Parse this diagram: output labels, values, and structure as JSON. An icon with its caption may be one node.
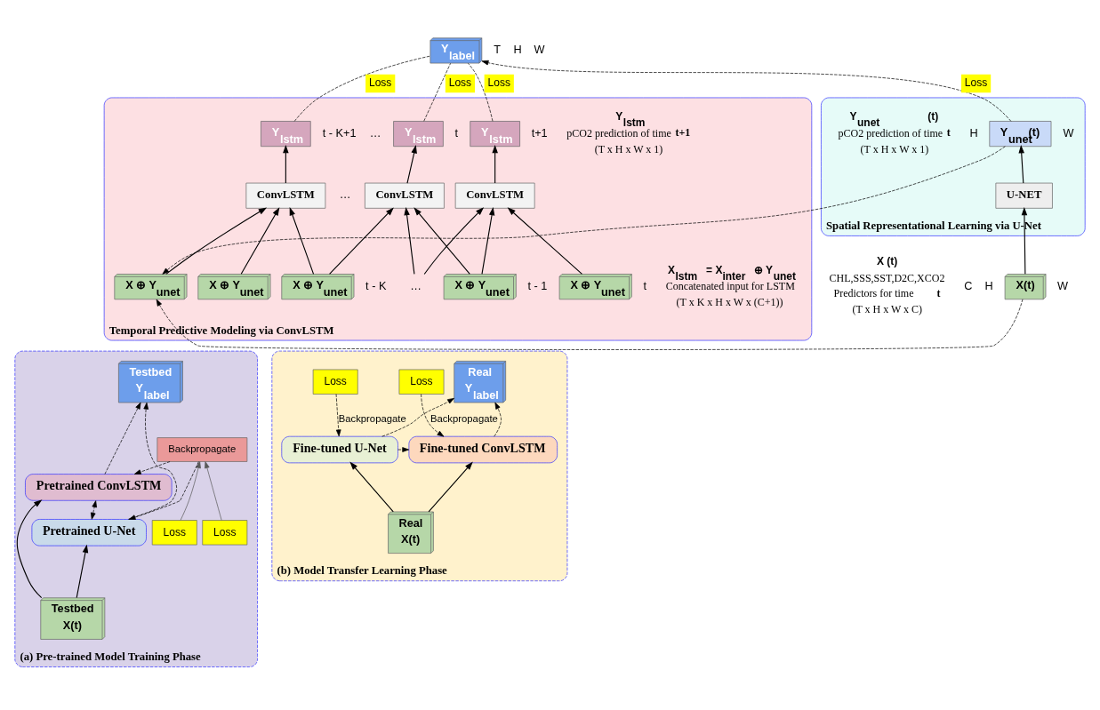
{
  "diagram": {
    "nodes": [
      {
        "text": [
          "Spatial Representational Learning via U-Net"
        ]
      },
      {
        "text": [
          "Y$_{unet}$(t)"
        ],
        "in": 0,
        "beside": [
          "Y$_{unet}$ (t)",
          "pCO2 prediction of time **t**",
          "(T x H x W x 1)"
        ]
      },
      {
        "text": [
          "U-NET"
        ],
        "in": 0
      },
      {
        "text": [
          "X(t)"
        ],
        "beside": [
          "X (t)",
          "CHL,SSS,SST,D2C,XCO2",
          "Predictors for time **t**",
          "(T x H x W x C)"
        ]
      },
      {
        "text": [
          "Temporal Predictive Modeling via ConvLSTM"
        ]
      },
      {
        "text": [
          "Y$_{lstm}$"
        ],
        "in": 4
      },
      {
        "text": [
          "Y$_{lstm}$"
        ],
        "in": 4
      },
      {
        "text": [
          "Y$_{lstm}$"
        ],
        "in": 4,
        "beside": [
          "Y$_{lstm}$",
          "pCO2 prediction of time **t+1**",
          "(T x H x W x 1)"
        ]
      },
      {
        "text": [
          "ConvLSTM"
        ],
        "in": 4
      },
      {
        "text": [
          "ConvLSTM"
        ],
        "in": 4
      },
      {
        "text": [
          "ConvLSTM"
        ],
        "in": 4
      },
      {
        "text": [
          "X ⊕ Y$_{unet}$"
        ],
        "in": 4
      },
      {
        "text": [
          "X ⊕ Y$_{unet}$"
        ],
        "in": 4
      },
      {
        "text": [
          "X ⊕ Y$_{unet}$"
        ],
        "in": 4
      },
      {
        "text": [
          "X ⊕ Y$_{unet}$"
        ],
        "in": 4
      },
      {
        "text": [
          "X ⊕ Y$_{unet}$"
        ],
        "in": 4,
        "beside": [
          "X$_{lstm}$ = X$_{inter}$ ⊕ Y$_{unet}$",
          "Concatenated input for LSTM",
          "(T x K x H x W x (C+1))"
        ]
      },
      {
        "text": [
          "Y$_{label}$"
        ]
      },
      {
        "text": [
          "(a) Pre-trained Model Training Phase"
        ]
      },
      {
        "text": [
          "Testbed",
          "Y$_{label}$"
        ],
        "in": 17
      },
      {
        "text": [
          "Loss"
        ],
        "in": 17
      },
      {
        "text": [
          "Loss"
        ],
        "in": 17
      },
      {
        "text": [
          "Backpropagate"
        ],
        "in": 17
      },
      {
        "text": [
          "Pretrained U-Net"
        ],
        "in": 17
      },
      {
        "text": [
          "Pretrained ConvLSTM"
        ],
        "in": 17
      },
      {
        "text": [
          "Testbed",
          "X(t)"
        ],
        "in": 17
      },
      {
        "text": [
          "(b) Model Transfer Learning Phase"
        ]
      },
      {
        "text": [
          "Real",
          "Y$_{label}$"
        ],
        "in": 25
      },
      {
        "text": [
          "Loss"
        ],
        "in": 25
      },
      {
        "text": [
          "Loss"
        ],
        "in": 25
      },
      {
        "text": [
          "Fine-tuned U-Net"
        ],
        "in": 25
      },
      {
        "text": [
          "Fine-tuned ConvLSTM"
        ],
        "in": 25
      },
      {
        "text": [
          "Real",
          "X(t)"
        ],
        "in": 25
      },
      {
        "text": [
          "…"
        ],
        "in": 4
      }
    ],
    "edges": [
      {
        "from": 3,
        "to": 2,
        "arrow": "to"
      },
      {
        "from": 2,
        "to": 1,
        "arrow": "to"
      },
      {
        "from": 1,
        "to": 16,
        "arrow": "to",
        "style": "dashed",
        "label": "Loss"
      },
      {
        "from": 3,
        "to": 11,
        "arrow": "to",
        "style": "dashed"
      },
      {
        "from": 1,
        "to": 11,
        "arrow": "to",
        "style": "dashed"
      },
      {
        "from": 11,
        "to": 8,
        "arrow": "to"
      },
      {
        "from": 12,
        "to": 8,
        "arrow": "to"
      },
      {
        "from": 13,
        "to": 8,
        "arrow": "to"
      },
      {
        "from": 13,
        "to": 9,
        "arrow": "to"
      },
      {
        "from": 32,
        "to": 9,
        "arrow": "to"
      },
      {
        "from": 32,
        "to": 10,
        "arrow": "to"
      },
      {
        "from": 14,
        "to": 9,
        "arrow": "to"
      },
      {
        "from": 14,
        "to": 10,
        "arrow": "to"
      },
      {
        "from": 15,
        "to": 10,
        "arrow": "to"
      },
      {
        "from": 8,
        "to": 5,
        "arrow": "to"
      },
      {
        "from": 9,
        "to": 6,
        "arrow": "to"
      },
      {
        "from": 10,
        "to": 7,
        "arrow": "to"
      },
      {
        "from": 5,
        "to": 16,
        "arrow": "none",
        "style": "dashed",
        "label": "Loss"
      },
      {
        "from": 6,
        "to": 16,
        "arrow": "none",
        "style": "dashed",
        "label": "Loss"
      },
      {
        "from": 7,
        "to": 16,
        "arrow": "none",
        "style": "dashed",
        "label": "Loss"
      },
      {
        "from": 22,
        "to": 18,
        "arrow": "to",
        "style": "dashed"
      },
      {
        "from": 23,
        "to": 18,
        "arrow": "to",
        "style": "dashed"
      },
      {
        "from": 19,
        "to": 21,
        "arrow": "to",
        "color": "#595959"
      },
      {
        "from": 20,
        "to": 21,
        "arrow": "to",
        "color": "#595959"
      },
      {
        "from": 21,
        "to": 22,
        "arrow": "to",
        "style": "dashed"
      },
      {
        "from": 21,
        "to": 23,
        "arrow": "to",
        "style": "dashed"
      },
      {
        "from": 22,
        "to": 23,
        "arrow": "both",
        "style": "dashed"
      },
      {
        "from": 24,
        "to": 22,
        "arrow": "to"
      },
      {
        "from": 24,
        "to": 23,
        "arrow": "to"
      },
      {
        "from": 29,
        "to": 26,
        "arrow": "to",
        "style": "dashed"
      },
      {
        "from": 30,
        "to": 26,
        "arrow": "to",
        "style": "dashed"
      },
      {
        "from": 27,
        "to": 29,
        "arrow": "to",
        "style": "dashed",
        "label": "Backpropagate"
      },
      {
        "from": 28,
        "to": 30,
        "arrow": "to",
        "style": "dashed",
        "label": "Backpropagate"
      },
      {
        "from": 29,
        "to": 30,
        "arrow": "to",
        "style": "dashed"
      },
      {
        "from": 31,
        "to": 29,
        "arrow": "to"
      },
      {
        "from": 31,
        "to": 30,
        "arrow": "to"
      }
    ],
    "labels": [
      "T",
      "H",
      "W",
      "t - K+1",
      "…",
      "t",
      "t+1",
      "H",
      "W",
      "…",
      "t - K",
      "t - 1",
      "t",
      "C",
      "H",
      "W"
    ]
  }
}
